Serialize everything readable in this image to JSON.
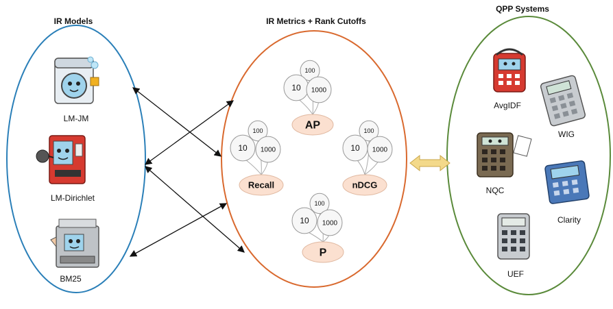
{
  "headings": {
    "ir_models": "IR Models",
    "metrics": "IR Metrics + Rank Cutoffs",
    "qpp": "QPP Systems"
  },
  "ir_models": [
    {
      "name": "LM-JM",
      "icon": "washing-machine-icon"
    },
    {
      "name": "LM-Dirichlet",
      "icon": "vending-machine-icon"
    },
    {
      "name": "BM25",
      "icon": "copier-icon"
    }
  ],
  "metrics": [
    {
      "name": "AP",
      "cutoffs": [
        "100",
        "10",
        "1000"
      ]
    },
    {
      "name": "Recall",
      "cutoffs": [
        "100",
        "10",
        "1000"
      ]
    },
    {
      "name": "nDCG",
      "cutoffs": [
        "100",
        "10",
        "1000"
      ]
    },
    {
      "name": "P",
      "cutoffs": [
        "100",
        "10",
        "1000"
      ]
    }
  ],
  "qpp_systems": [
    {
      "name": "AvgIDF",
      "icon": "red-calculator-icon"
    },
    {
      "name": "WIG",
      "icon": "grey-calculator-icon"
    },
    {
      "name": "NQC",
      "icon": "brown-calculator-icon"
    },
    {
      "name": "Clarity",
      "icon": "blue-calculator-icon"
    },
    {
      "name": "UEF",
      "icon": "silver-calculator-icon"
    }
  ],
  "colors": {
    "ir_ellipse": "#2a7fb8",
    "metrics_ellipse": "#d9692e",
    "qpp_ellipse": "#5a8a3a",
    "metric_pill": "#fbe0d0",
    "double_arrow": "#f3d98a"
  }
}
